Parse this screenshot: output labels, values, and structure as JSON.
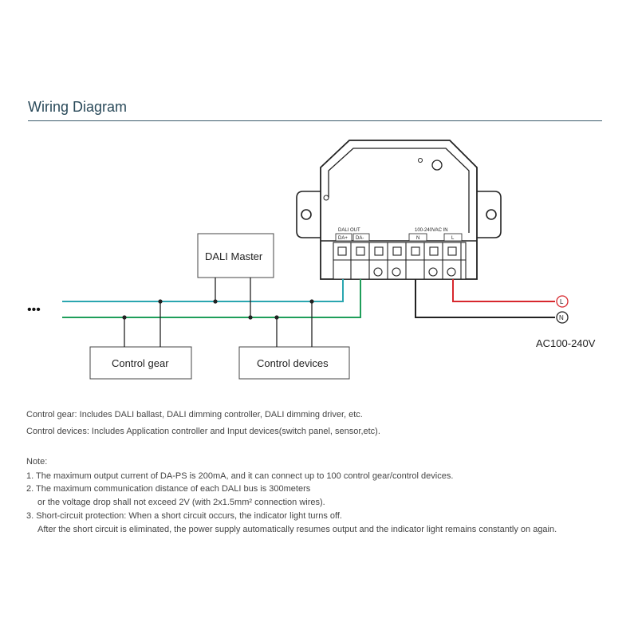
{
  "header": {
    "title": "Wiring Diagram"
  },
  "boxes": {
    "dali_master": "DALI Master",
    "control_gear": "Control gear",
    "control_devices": "Control devices"
  },
  "device": {
    "dali_out_label": "DALI OUT",
    "da_plus": "DA+",
    "da_minus": "DA-",
    "input_label": "100-240VAC IN",
    "n_terminal": "N",
    "l_terminal": "L"
  },
  "bus": {
    "ellipsis": "•••"
  },
  "mains": {
    "l_symbol": "L",
    "n_symbol": "N",
    "voltage_label": "AC100-240V"
  },
  "colors": {
    "bus_teal": "#2aa6b0",
    "bus_green": "#1f9e5a",
    "live_red": "#d7272d",
    "neutral_black": "#222222"
  },
  "descriptions": {
    "control_gear": "Control gear: Includes DALI ballast, DALI dimming controller, DALI dimming driver, etc.",
    "control_devices": "Control devices: Includes Application controller and Input devices(switch panel, sensor,etc)."
  },
  "notes": {
    "heading": "Note:",
    "n1": "1. The maximum output current of DA-PS is 200mA, and it can connect up to 100 control gear/control devices.",
    "n2a": "2. The maximum communication distance of each DALI bus is 300meters",
    "n2b": "or the voltage drop shall not exceed 2V (with 2x1.5mm² connection wires).",
    "n3a": "3. Short-circuit protection: When a short circuit occurs, the indicator light turns off.",
    "n3b": "After the short circuit is eliminated, the power supply automatically resumes output and the indicator light remains constantly on again."
  }
}
